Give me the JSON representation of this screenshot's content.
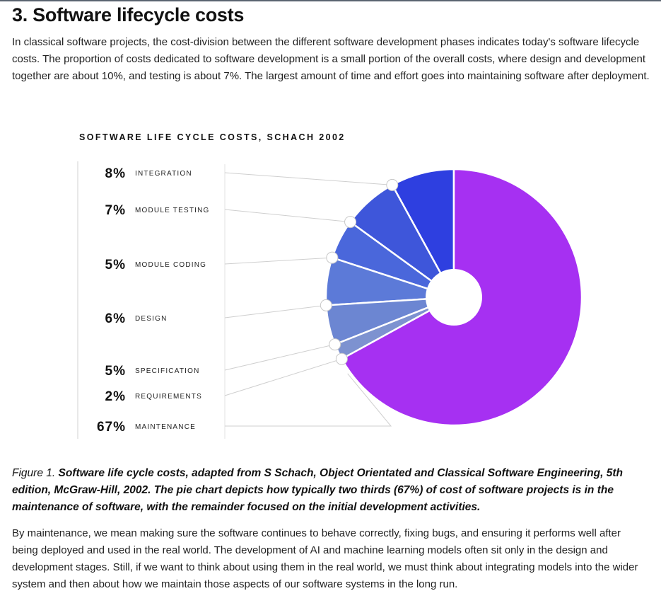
{
  "section_title": "3. Software lifecycle costs",
  "intro": "In classical software projects, the cost-division between the different software development phases indicates today's software lifecycle costs. The proportion of costs dedicated to software development is a small portion of the overall costs, where design and development together are about 10%, and testing is about 7%. The largest amount of time and effort goes into maintaining software after deployment.",
  "chart_data": {
    "type": "pie",
    "title": "SOFTWARE LIFE CYCLE COSTS, SCHACH 2002",
    "slices": [
      {
        "label": "INTEGRATION",
        "value": 8,
        "display": "8%",
        "color": "#2e3fe0"
      },
      {
        "label": "MODULE TESTING",
        "value": 7,
        "display": "7%",
        "color": "#3e56da"
      },
      {
        "label": "MODULE CODING",
        "value": 5,
        "display": "5%",
        "color": "#4a67db"
      },
      {
        "label": "DESIGN",
        "value": 6,
        "display": "6%",
        "color": "#5c7ad8"
      },
      {
        "label": "SPECIFICATION",
        "value": 5,
        "display": "5%",
        "color": "#6c86d2"
      },
      {
        "label": "REQUIREMENTS",
        "value": 2,
        "display": "2%",
        "color": "#7d92d0"
      },
      {
        "label": "MAINTENANCE",
        "value": 67,
        "display": "67%",
        "color": "#a630f2"
      }
    ]
  },
  "caption": {
    "label": "Figure 1.",
    "text": "Software life cycle costs, adapted from S Schach, Object Orientated and Classical Software Engineering, 5th edition, McGraw-Hill, 2002. The pie chart depicts how typically two thirds (67%) of cost of software projects is in the maintenance of software, with the remainder focused on the initial development activities."
  },
  "outro": "By maintenance, we mean making sure the software continues to behave correctly, fixing bugs, and ensuring it performs well after being deployed and used in the real world. The development of AI and machine learning models often sit only in the design and development stages. Still, if we want to think about using them in the real world, we must think about integrating models into the wider system and then about how we maintain those aspects of our software systems in the long run."
}
